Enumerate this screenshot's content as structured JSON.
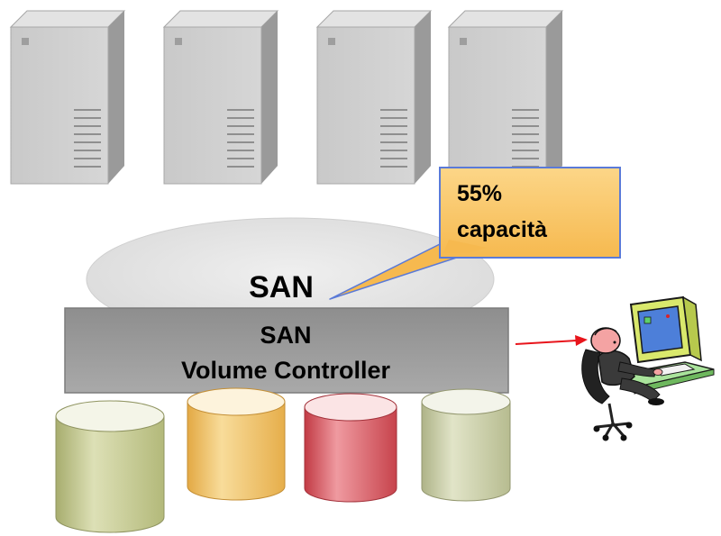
{
  "network": {
    "label": "SAN"
  },
  "controller": {
    "line1": "SAN",
    "line2": "Volume Controller"
  },
  "callout": {
    "line1": "55%",
    "line2": "capacità"
  },
  "servers": [
    {
      "id": "server-1"
    },
    {
      "id": "server-2"
    },
    {
      "id": "server-3"
    },
    {
      "id": "server-4"
    }
  ],
  "disks": [
    {
      "id": "disk-green",
      "color": "#c6cc8e"
    },
    {
      "id": "disk-orange",
      "color": "#f2c56a"
    },
    {
      "id": "disk-red",
      "color": "#d8555e"
    },
    {
      "id": "disk-olive",
      "color": "#cbd0a4"
    }
  ],
  "colors": {
    "callout_fill": "#fbc86a",
    "controller_fill": "#9b9b9b",
    "cloud_fill": "#e6e6e6",
    "arrow": "#e8141b"
  },
  "icons": {
    "admin": "administrator-at-computer-icon"
  }
}
